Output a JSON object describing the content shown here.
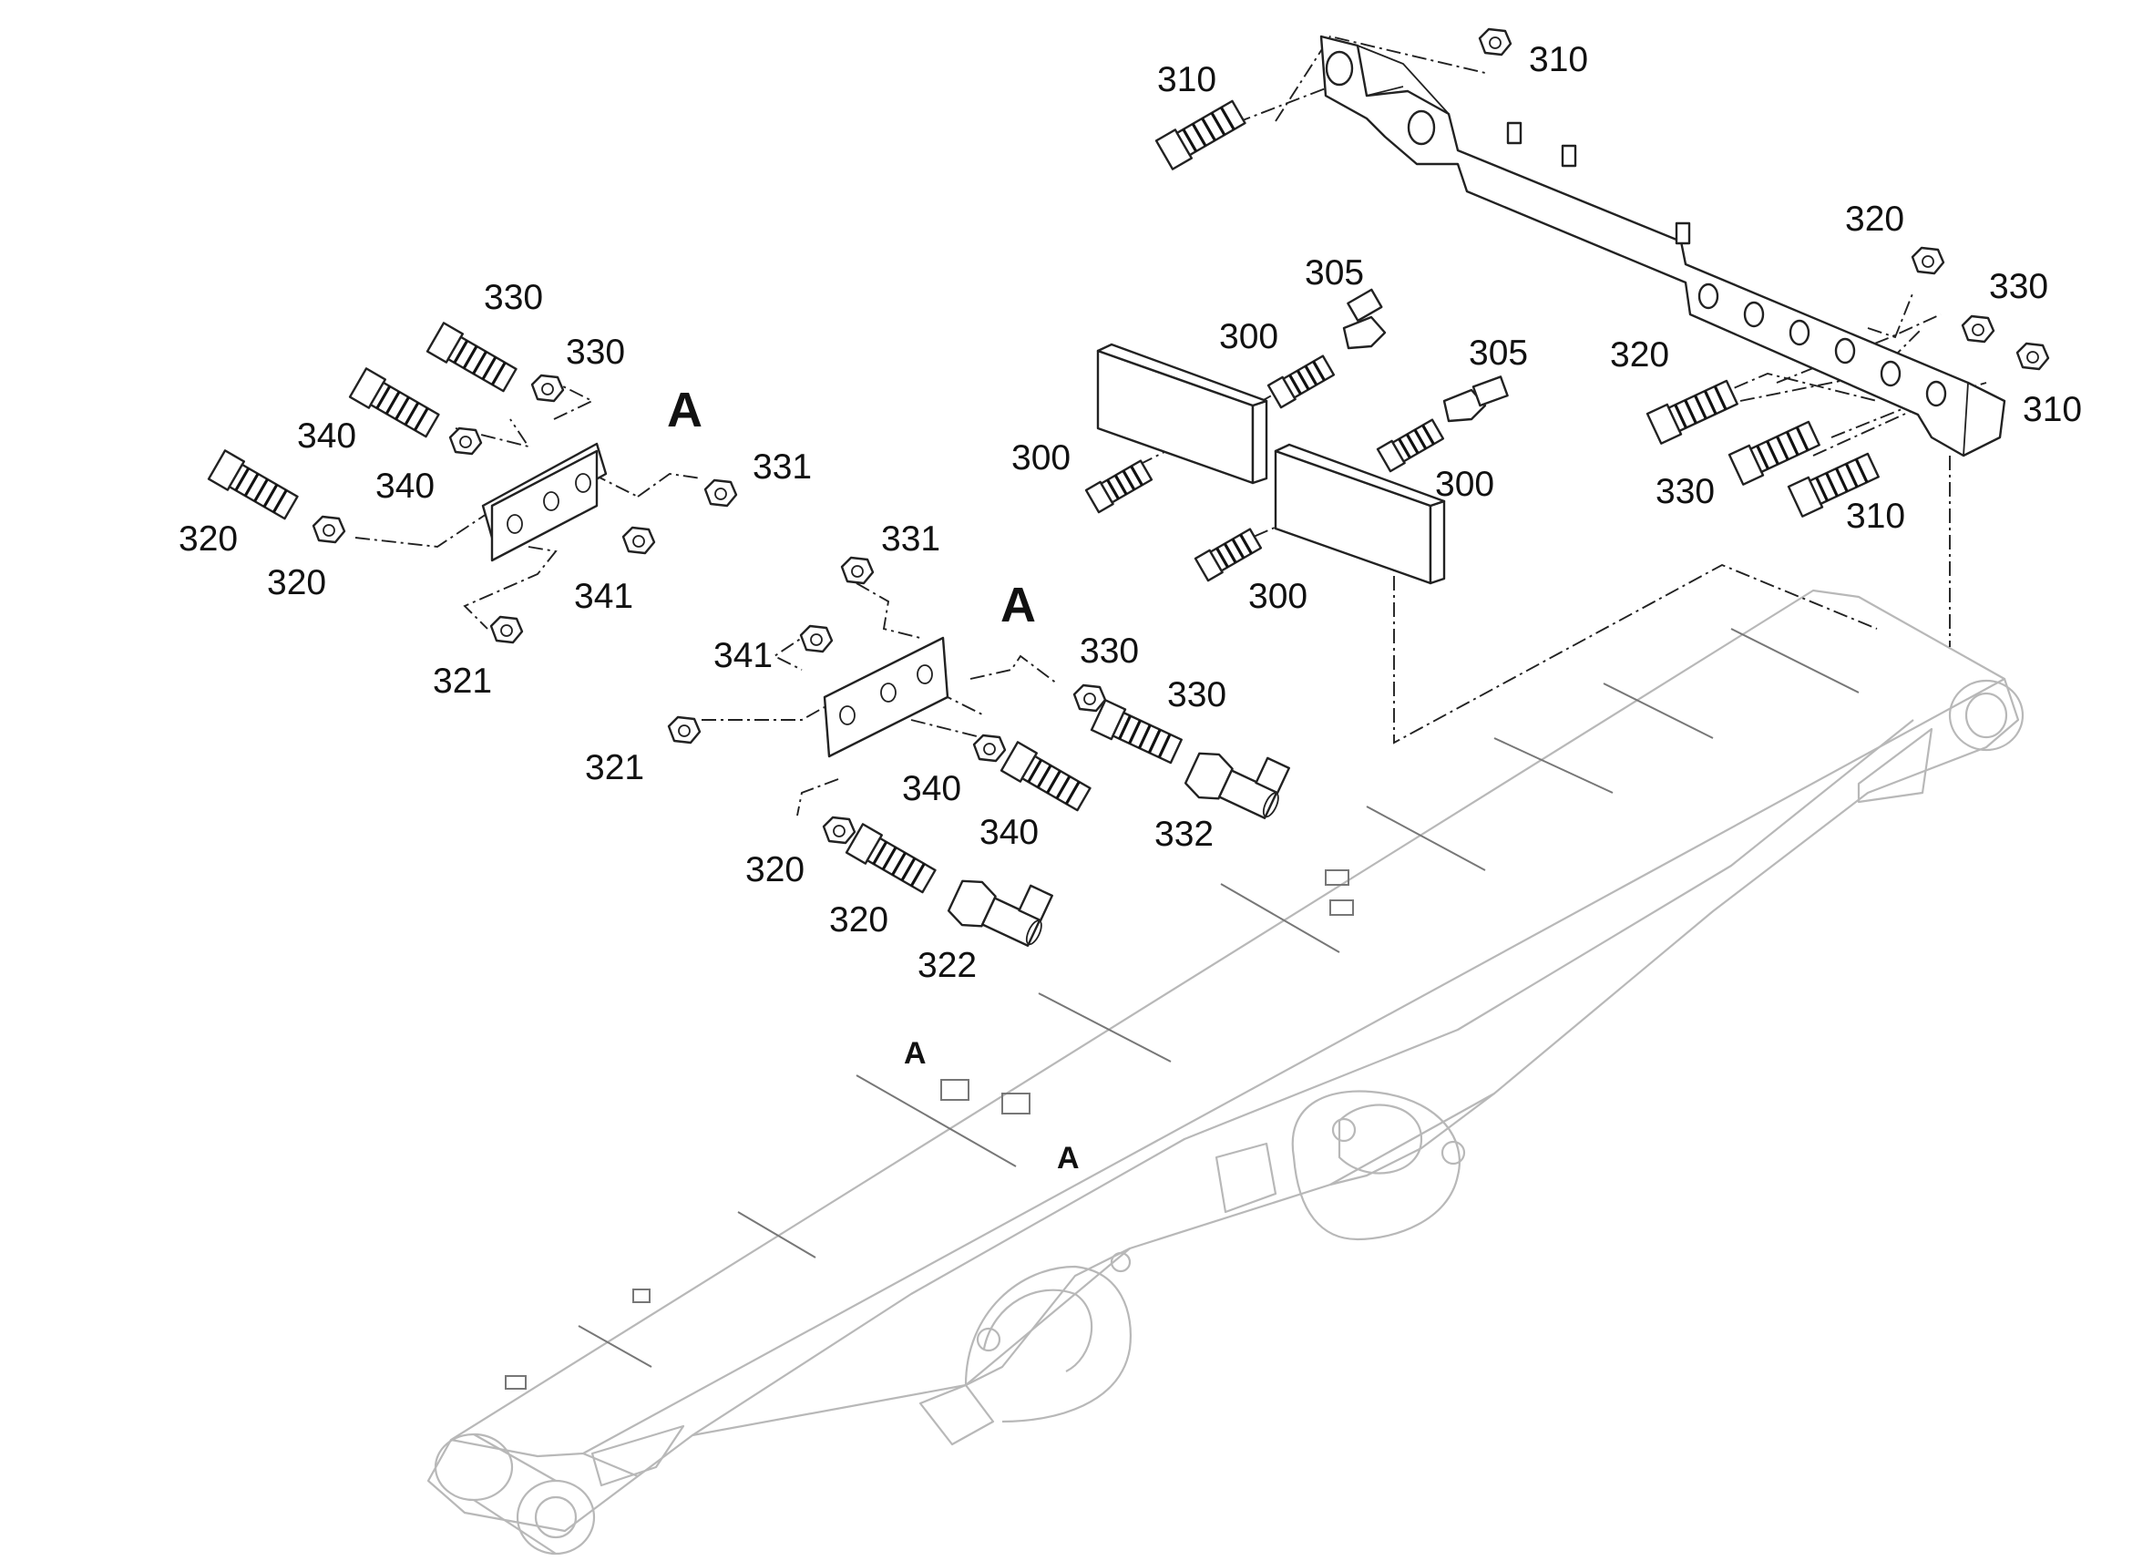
{
  "callouts": [
    {
      "id": "c310a",
      "text": "310"
    },
    {
      "id": "c310b",
      "text": "310"
    },
    {
      "id": "c320a",
      "text": "320"
    },
    {
      "id": "c330a",
      "text": "330"
    },
    {
      "id": "c305a",
      "text": "305"
    },
    {
      "id": "c300a",
      "text": "300"
    },
    {
      "id": "c305b",
      "text": "305"
    },
    {
      "id": "c320b",
      "text": "320"
    },
    {
      "id": "c310c",
      "text": "310"
    },
    {
      "id": "c300b",
      "text": "300"
    },
    {
      "id": "c300c",
      "text": "300"
    },
    {
      "id": "c330b",
      "text": "330"
    },
    {
      "id": "c310d",
      "text": "310"
    },
    {
      "id": "c300d",
      "text": "300"
    },
    {
      "id": "c330c",
      "text": "330"
    },
    {
      "id": "c330d",
      "text": "330"
    },
    {
      "id": "c340a",
      "text": "340"
    },
    {
      "id": "c331a",
      "text": "331"
    },
    {
      "id": "c340b",
      "text": "340"
    },
    {
      "id": "c320c",
      "text": "320"
    },
    {
      "id": "c320d",
      "text": "320"
    },
    {
      "id": "c341a",
      "text": "341"
    },
    {
      "id": "c321a",
      "text": "321"
    },
    {
      "id": "c331b",
      "text": "331"
    },
    {
      "id": "c341b",
      "text": "341"
    },
    {
      "id": "c330e",
      "text": "330"
    },
    {
      "id": "c330f",
      "text": "330"
    },
    {
      "id": "c321b",
      "text": "321"
    },
    {
      "id": "c340c",
      "text": "340"
    },
    {
      "id": "c340d",
      "text": "340"
    },
    {
      "id": "c332a",
      "text": "332"
    },
    {
      "id": "c320e",
      "text": "320"
    },
    {
      "id": "c320f",
      "text": "320"
    },
    {
      "id": "c322a",
      "text": "322"
    }
  ],
  "detail_labels": {
    "a_upper_left": "A",
    "a_center": "A",
    "a_boom_left": "A",
    "a_boom_right": "A"
  }
}
